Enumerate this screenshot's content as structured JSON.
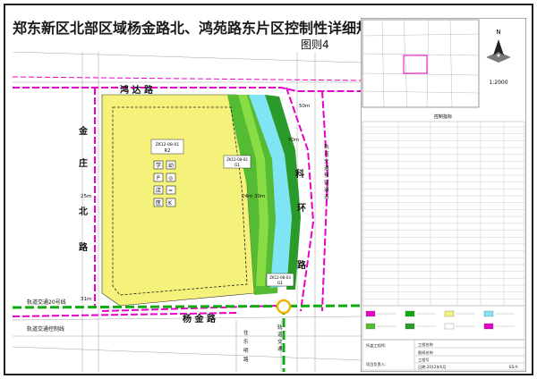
{
  "title": "郑东新区北部区域杨金路北、鸿苑路东片区控制性详细规划",
  "subtitle": "图则4",
  "roads": {
    "north": "鸿 达 路",
    "west": "金 庄 北 路",
    "south": "杨 金 路",
    "east": "科 环 路"
  },
  "road_widths": {
    "north": "50m",
    "east": "50m",
    "west_top": "25m",
    "west_bottom": "31m",
    "inner_a": "24m",
    "inner_b": "30m"
  },
  "rail_labels": {
    "south_line": "轨道交通20号线",
    "control_line": "轨道交通控制线",
    "east_reserved": "轨道交通预留通道",
    "south_vertical": "轨道交通一号线",
    "yanle_road": "住乐明路"
  },
  "parcels": [
    {
      "code": "ZK12-08-01",
      "use": "R2"
    },
    {
      "code": "ZK12-08-02",
      "use": "G1"
    },
    {
      "code": "ZK12-08-03",
      "use": "G1"
    }
  ],
  "compass": {
    "letter": "N"
  },
  "scale": "1:2000",
  "table_title": "控制指标",
  "designer_labels": {
    "company": "所盖工程师:",
    "project_manager": "项目负责人:",
    "project_name": "工程名称",
    "drawing_name": "图纸名称",
    "drawing_no": "工程号",
    "date": "日期 2012年6月",
    "sheet": "ES-A"
  },
  "colors": {
    "residential": "#f4f27a",
    "green_light": "#66cc33",
    "green_dark": "#2a9a2a",
    "water": "#7fe4f4",
    "road_line": "#e800c8",
    "rail": "#11aa11"
  },
  "icons": [
    "school-icon",
    "kindergarten-icon",
    "parking-icon",
    "toilet-icon",
    "shop-icon",
    "wifi-icon",
    "clinic-icon",
    "bus-icon"
  ]
}
